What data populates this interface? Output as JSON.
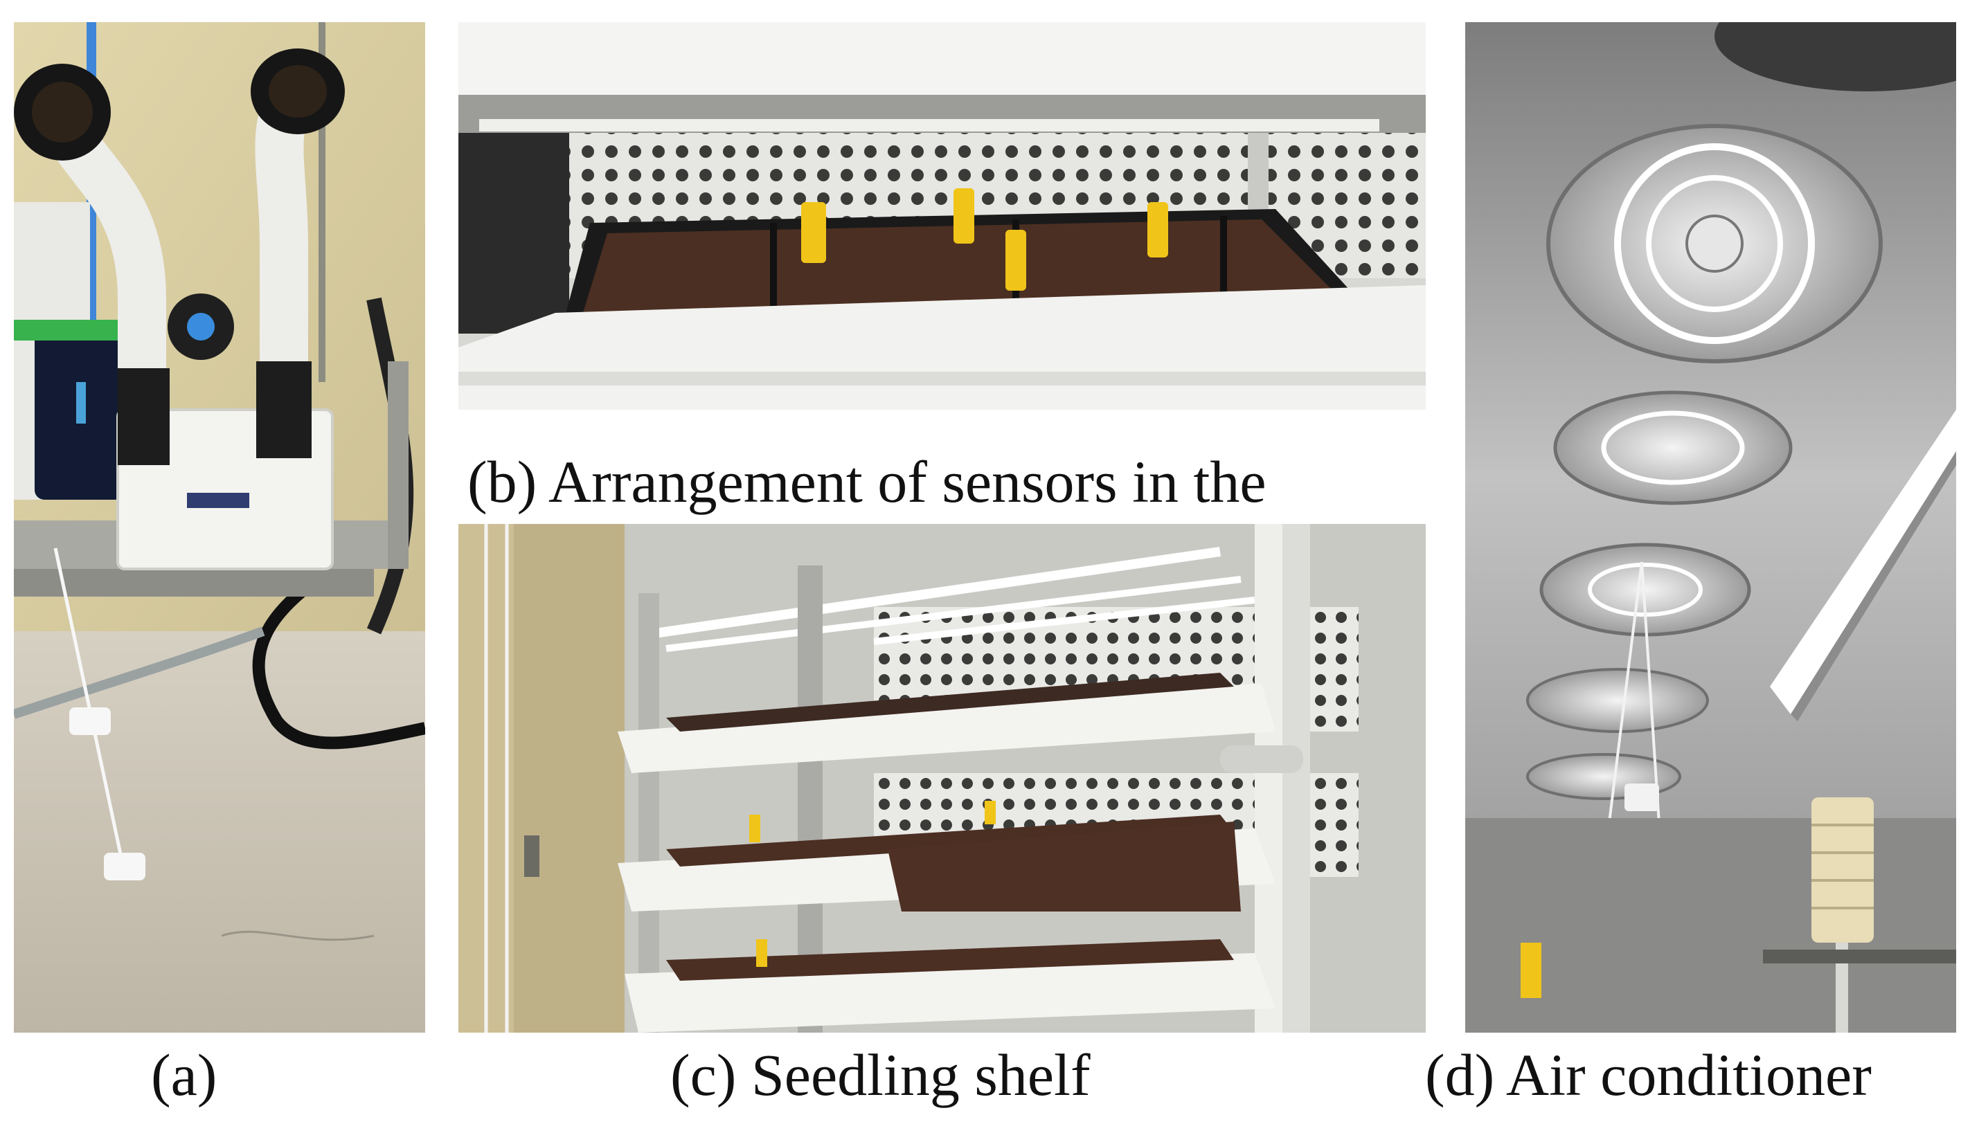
{
  "figure": {
    "panels": [
      {
        "id": "a",
        "caption": "(a)",
        "image_alt": "humidifier unit with two flexible white hoses and water filter"
      },
      {
        "id": "b",
        "caption": "(b) Arrangement of sensors in the",
        "image_alt": "seedling trays with yellow sensors on a white shelf"
      },
      {
        "id": "c",
        "caption": "(c) Seedling shelf",
        "image_alt": "multi-level seedling shelf with LED light bars and perforated back panel"
      },
      {
        "id": "d",
        "caption": "(d) Air conditioner",
        "image_alt": "ceiling fans of the air conditioner with a radiation shield sensor"
      }
    ]
  },
  "colors": {
    "wall_beige": "#d9cfa7",
    "floor": "#cfc8b9",
    "hose_white": "#efefe9",
    "hose_black": "#1b1b1b",
    "soil": "#4a2e22",
    "tray_black": "#1c1c1c",
    "sensor_yellow": "#f0c419",
    "shelf_white": "#f2f2f0",
    "metal": "#b9b9b6",
    "ceiling": "#bdbdbd"
  }
}
